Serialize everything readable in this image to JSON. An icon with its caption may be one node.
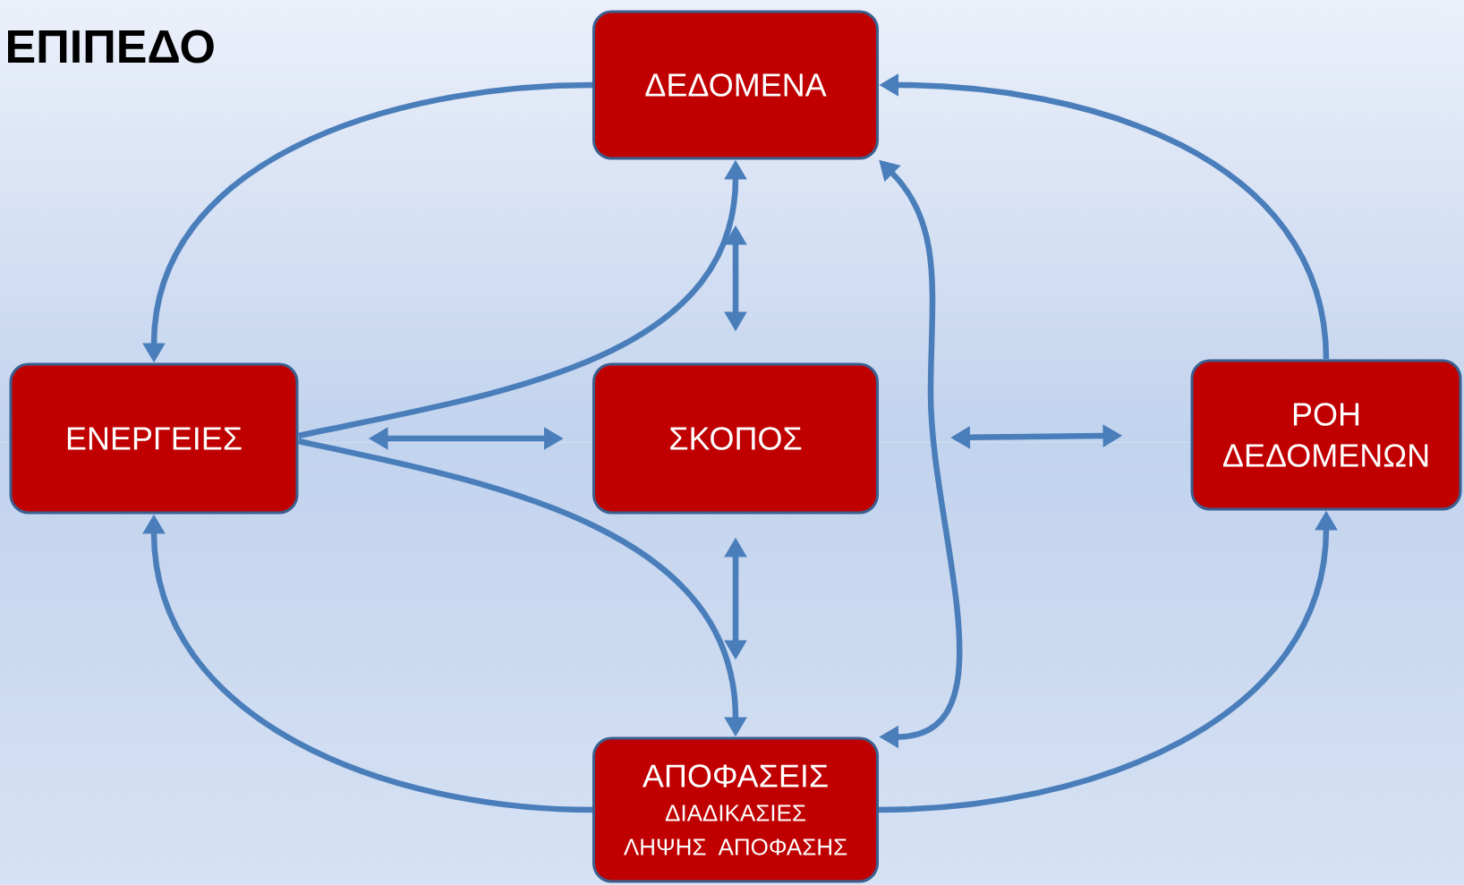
{
  "diagram": {
    "title": "ΕΠΙΠΕΔΟ",
    "nodes": [
      {
        "text": [
          "ΔΕΔΟΜΕΝΑ"
        ]
      },
      {
        "text": [
          "ΕΝΕΡΓΕΙΕΣ"
        ]
      },
      {
        "text": [
          "ΣΚΟΠΟΣ"
        ]
      },
      {
        "text": [
          "ΡΟΗ ΔΕΔΟΜΕΝΩΝ"
        ]
      },
      {
        "text": [
          "ΑΠΟΦΑΣΕΙΣ",
          "ΔΙΑΔΙΚΑΣΙΕΣ ΛΗΨΗΣ ΑΠΟΦΑΣΗΣ"
        ]
      }
    ],
    "edges": [
      {
        "from": 0,
        "to": 1,
        "arrow": "to"
      },
      {
        "from": 1,
        "to": 0,
        "arrow": "to"
      },
      {
        "from": 1,
        "to": 4,
        "arrow": "to"
      },
      {
        "from": 4,
        "to": 1,
        "arrow": "to"
      },
      {
        "from": 4,
        "to": 3,
        "arrow": "to"
      },
      {
        "from": 3,
        "to": 0,
        "arrow": "to"
      },
      {
        "from": 0,
        "to": 4,
        "arrow": "both"
      },
      {
        "from": 2,
        "to": 0,
        "arrow": "both"
      },
      {
        "from": 1,
        "to": 2,
        "arrow": "both"
      },
      {
        "from": 2,
        "to": 4,
        "arrow": "both"
      },
      {
        "from": 2,
        "to": 3,
        "arrow": "both"
      }
    ]
  }
}
